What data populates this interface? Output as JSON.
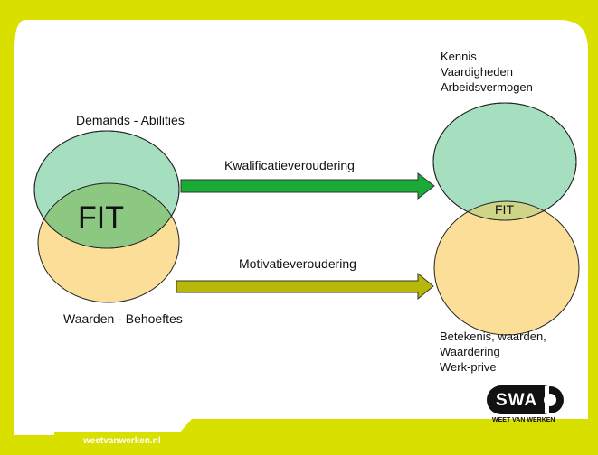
{
  "colors": {
    "frame": "#d9e000",
    "panel": "#ffffff",
    "circle_top": "#a6dfc0",
    "circle_bottom": "#fbdf98",
    "overlap": "#8dc882",
    "arrow_green": "#1aab37",
    "arrow_olive": "#b8b80a"
  },
  "left": {
    "top_label": "Demands - Abilities",
    "fit_label": "FIT",
    "bottom_label": "Waarden - Behoeftes"
  },
  "arrows": {
    "top_label": "Kwalificatieveroudering",
    "bottom_label": "Motivatieveroudering"
  },
  "right": {
    "top_lines": [
      "Kennis",
      "Vaardigheden",
      "Arbeidsvermogen"
    ],
    "fit_label": "FIT",
    "bottom_lines": [
      "Betekenis, waarden,",
      "Waardering",
      "Werk-prive"
    ]
  },
  "logo": {
    "text": "SWA",
    "tagline": "WEET VAN WERKEN"
  },
  "footer": {
    "url": "weetvanwerken.nl"
  }
}
